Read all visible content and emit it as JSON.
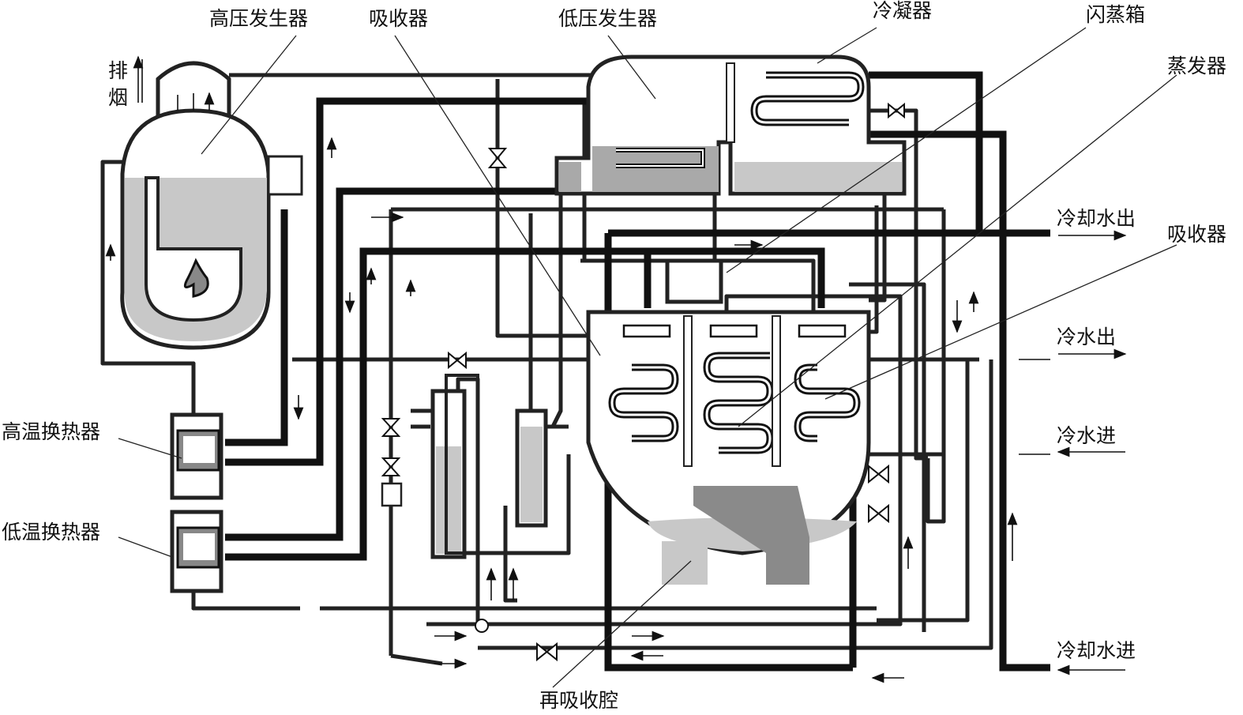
{
  "diagram": {
    "labels": {
      "high_pressure_generator": "高压发生器",
      "absorber_top": "吸收器",
      "low_pressure_generator": "低压发生器",
      "condenser": "冷凝器",
      "flash_tank": "闪蒸箱",
      "evaporator": "蒸发器",
      "absorber_right": "吸收器",
      "exhaust_1": "排",
      "exhaust_2": "烟",
      "cooling_water_out": "冷却水出",
      "chilled_water_out": "冷水出",
      "chilled_water_in": "冷水进",
      "cooling_water_in": "冷却水进",
      "high_temp_hx": "高温换热器",
      "low_temp_hx": "低温换热器",
      "reabsorption_chamber": "再吸收腔"
    },
    "colors": {
      "line": "#111111",
      "liquid_light": "#c8c8c8",
      "liquid_dark": "#8a8a8a",
      "background": "#ffffff"
    }
  }
}
